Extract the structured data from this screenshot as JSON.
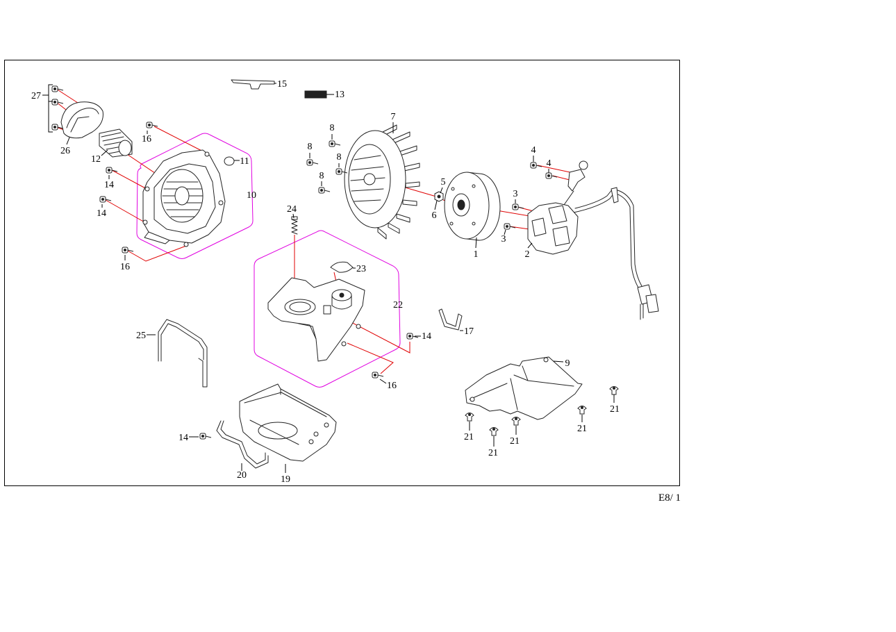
{
  "page_label": "E8/ 1",
  "callouts": [
    "27",
    "26",
    "12",
    "16",
    "15",
    "13",
    "11",
    "10",
    "14",
    "14",
    "16",
    "7",
    "8",
    "8",
    "8",
    "8",
    "5",
    "6",
    "1",
    "4",
    "4",
    "3",
    "3",
    "2",
    "24",
    "23",
    "22",
    "17",
    "14",
    "16",
    "9",
    "25",
    "21",
    "21",
    "21",
    "21",
    "21",
    "14",
    "20",
    "19"
  ],
  "colors": {
    "assembly_line": "#e00000",
    "group_outline": "#e000e0",
    "part_stroke": "#222222"
  }
}
